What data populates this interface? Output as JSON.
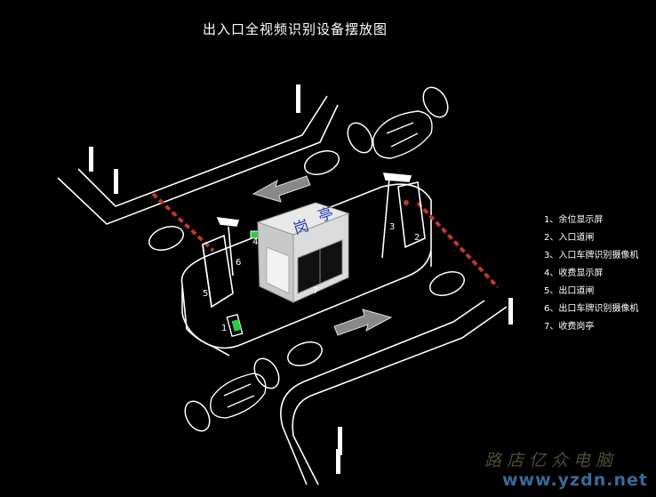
{
  "title": "出入口全视频识别设备摆放图",
  "legend": [
    "1、余位显示屏",
    "2、入口道闸",
    "3、入口车牌识别摄像机",
    "4、收费显示屏",
    "5、出口道闸",
    "6、出口车牌识别摄像机",
    "7、收费岗亭"
  ],
  "labels": {
    "n1": "1",
    "n2": "2",
    "n3": "3",
    "n4": "4",
    "n5": "5",
    "n6": "6",
    "n7": "7"
  },
  "booth": {
    "sign_left": "岗",
    "sign_right": "亭"
  },
  "colors": {
    "background": "#000000",
    "line": "#ffffff",
    "booth": "#d8d8d8",
    "booth_text": "#2a3fb0",
    "arrow": "#8a8a8a",
    "barrier_red": "#c0392b",
    "screen_green": "#2ecc40"
  },
  "watermark": {
    "cn": "路店亿众电脑",
    "url": "www.yzdn.net"
  }
}
